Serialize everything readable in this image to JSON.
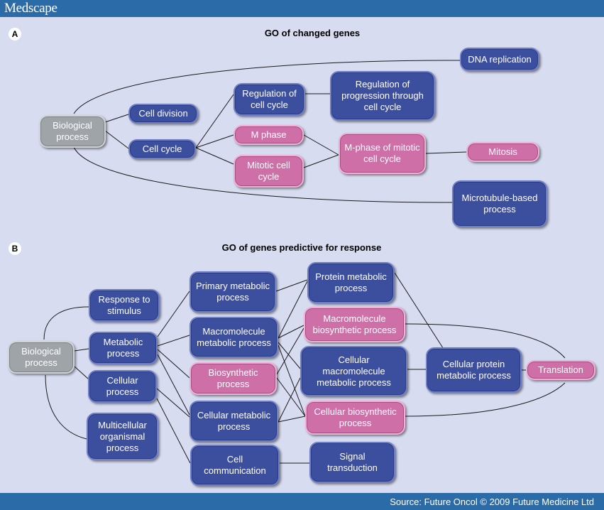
{
  "header": {
    "logo": "Medscape"
  },
  "footer": {
    "source": "Source: Future Oncol © 2009 Future Medicine Ltd"
  },
  "panel_a": {
    "label": "A",
    "title": "GO of changed genes",
    "nodes": {
      "bio": "Biological process",
      "celldiv": "Cell division",
      "cellcycle": "Cell cycle",
      "regcc": "Regulation of cell cycle",
      "regprog": "Regulation of progression through cell cycle",
      "mphase": "M phase",
      "mitcc": "Mitotic cell cycle",
      "mphasemit": "M-phase of mitotic cell cycle",
      "mitosis": "Mitosis",
      "dnarep": "DNA replication",
      "microtub": "Microtubule-based process"
    }
  },
  "panel_b": {
    "label": "B",
    "title": "GO of genes predictive for response",
    "nodes": {
      "bio": "Biological process",
      "resp": "Response to stimulus",
      "metab": "Metabolic process",
      "cellular": "Cellular process",
      "multi": "Multicellular organismal process",
      "primary": "Primary metabolic process",
      "macromet": "Macromolecule metabolic process",
      "biosyn": "Biosynthetic process",
      "cellmet": "Cellular metabolic process",
      "cellcomm": "Cell communication",
      "protmet": "Protein metabolic process",
      "macrobio": "Macromolecule biosynthetic process",
      "cellmacro": "Cellular macromolecule metabolic process",
      "cellbio": "Cellular biosynthetic process",
      "signal": "Signal transduction",
      "cellprot": "Cellular protein metabolic process",
      "transl": "Translation"
    }
  },
  "colors": {
    "blue": "#3c4e9e",
    "pink": "#cf6fa8",
    "grey": "#9ea4a8",
    "header": "#2b6ca8",
    "background": "#d8dcf0"
  }
}
